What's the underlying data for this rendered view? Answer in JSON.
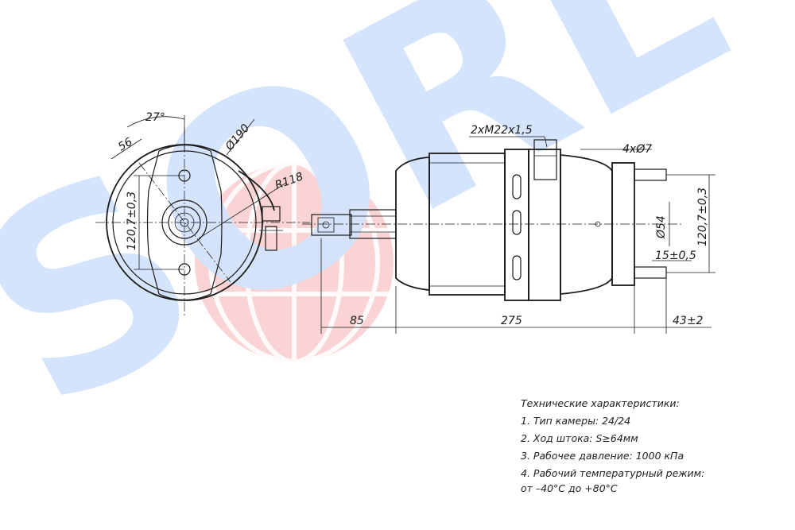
{
  "watermark": {
    "text": "SORL",
    "color": "#cfe0ff",
    "globe_color": "#f7c4c4"
  },
  "dimensions": {
    "angle_27": "27°",
    "d56": "56",
    "diam190": "Ø190",
    "r118": "R118",
    "left_1207": "120,7±0,3",
    "thread": "2xM22x1,5",
    "holes": "4xØ7",
    "diam54": "Ø54",
    "right_1207": "120,7±0,3",
    "d15": "15±0,5",
    "d85": "85",
    "d275": "275",
    "d43": "43±2"
  },
  "specs": {
    "title": "Технические характеристики:",
    "line1": "1. Тип камеры: 24/24",
    "line2": "2. Ход штока: S≥64мм",
    "line3": "3. Рабочее давление: 1000 кПа",
    "line4": "4. Рабочий температурный режим:",
    "line5": "от –40°С до +80°С"
  }
}
